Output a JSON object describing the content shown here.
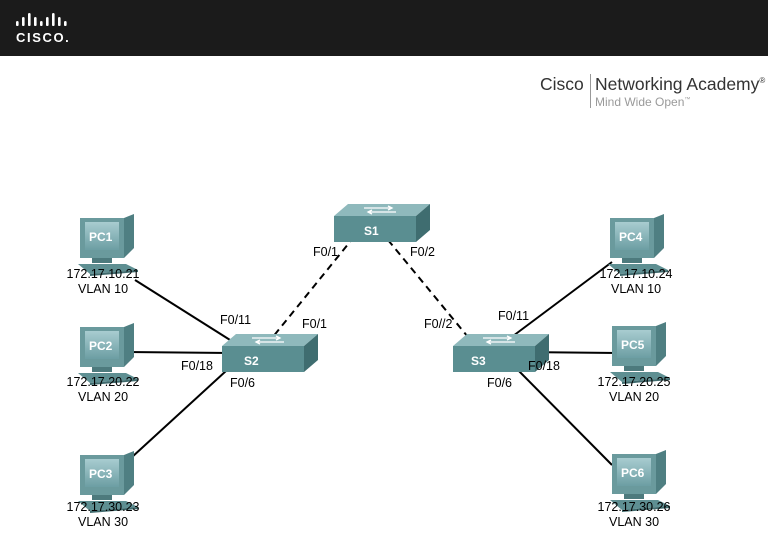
{
  "header": {
    "logo_word": "CISCO.",
    "logo_icon": "cisco-bridge-logo-icon"
  },
  "academy": {
    "brand": "Cisco",
    "name": "Networking Academy",
    "name_mark": "®",
    "tagline": "Mind Wide Open",
    "tagline_mark": "™"
  },
  "colors": {
    "header_bg": "#1b1b1b",
    "device_teal": "#5a8e91",
    "link": "#000000"
  },
  "devices": {
    "S1": {
      "label": "S1",
      "icon": "switch-icon"
    },
    "S2": {
      "label": "S2",
      "icon": "switch-icon"
    },
    "S3": {
      "label": "S3",
      "icon": "switch-icon"
    },
    "PC1": {
      "label": "PC1",
      "icon": "pc-icon",
      "ip": "172.17.10.21",
      "vlan": "VLAN 10"
    },
    "PC2": {
      "label": "PC2",
      "icon": "pc-icon",
      "ip": "172.17.20.22",
      "vlan": "VLAN 20"
    },
    "PC3": {
      "label": "PC3",
      "icon": "pc-icon",
      "ip": "172.17.30.23",
      "vlan": "VLAN 30"
    },
    "PC4": {
      "label": "PC4",
      "icon": "pc-icon",
      "ip": "172.17.10.24",
      "vlan": "VLAN 10"
    },
    "PC5": {
      "label": "PC5",
      "icon": "pc-icon",
      "ip": "172.17.20.25",
      "vlan": "VLAN 20"
    },
    "PC6": {
      "label": "PC6",
      "icon": "pc-icon",
      "ip": "172.17.30.26",
      "vlan": "VLAN 30"
    }
  },
  "ports": {
    "s1_left": "F0/1",
    "s1_right": "F0/2",
    "s2_uplink": "F0/1",
    "s2_pc1": "F0/11",
    "s2_pc2": "F0/18",
    "s2_pc3": "F0/6",
    "s3_uplink": "F0//2",
    "s3_pc4": "F0/11",
    "s3_pc5": "F0/18",
    "s3_pc6": "F0/6"
  },
  "links": [
    {
      "from": "S1",
      "to": "S2",
      "style": "dashed"
    },
    {
      "from": "S1",
      "to": "S3",
      "style": "dashed"
    },
    {
      "from": "S2",
      "to": "PC1",
      "style": "solid"
    },
    {
      "from": "S2",
      "to": "PC2",
      "style": "solid"
    },
    {
      "from": "S2",
      "to": "PC3",
      "style": "solid"
    },
    {
      "from": "S3",
      "to": "PC4",
      "style": "solid"
    },
    {
      "from": "S3",
      "to": "PC5",
      "style": "solid"
    },
    {
      "from": "S3",
      "to": "PC6",
      "style": "solid"
    }
  ]
}
